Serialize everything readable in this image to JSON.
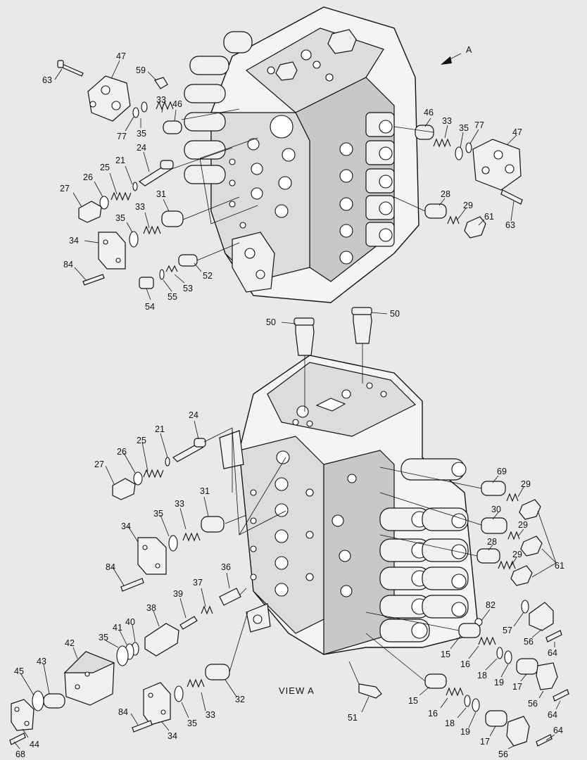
{
  "view_label": "VIEW A",
  "arrow_label": "A",
  "callouts": {
    "top": [
      {
        "id": "t63a",
        "text": "63"
      },
      {
        "id": "t47a",
        "text": "47"
      },
      {
        "id": "t59",
        "text": "59"
      },
      {
        "id": "t33a",
        "text": "33"
      },
      {
        "id": "t46a",
        "text": "46"
      },
      {
        "id": "t35a",
        "text": "35"
      },
      {
        "id": "t77a",
        "text": "77"
      },
      {
        "id": "t24a",
        "text": "24"
      },
      {
        "id": "t21a",
        "text": "21"
      },
      {
        "id": "t25a",
        "text": "25"
      },
      {
        "id": "t26a",
        "text": "26"
      },
      {
        "id": "t27a",
        "text": "27"
      },
      {
        "id": "t31a",
        "text": "31"
      },
      {
        "id": "t33b",
        "text": "33"
      },
      {
        "id": "t35b",
        "text": "35"
      },
      {
        "id": "t34a",
        "text": "34"
      },
      {
        "id": "t84a",
        "text": "84"
      },
      {
        "id": "t54",
        "text": "54"
      },
      {
        "id": "t55",
        "text": "55"
      },
      {
        "id": "t53",
        "text": "53"
      },
      {
        "id": "t52",
        "text": "52"
      },
      {
        "id": "t46b",
        "text": "46"
      },
      {
        "id": "t33c",
        "text": "33"
      },
      {
        "id": "t35c",
        "text": "35"
      },
      {
        "id": "t77b",
        "text": "77"
      },
      {
        "id": "t47b",
        "text": "47"
      },
      {
        "id": "t28a",
        "text": "28"
      },
      {
        "id": "t29a",
        "text": "29"
      },
      {
        "id": "t61a",
        "text": "61"
      },
      {
        "id": "t63b",
        "text": "63"
      }
    ],
    "bottom": [
      {
        "id": "b50a",
        "text": "50"
      },
      {
        "id": "b50b",
        "text": "50"
      },
      {
        "id": "b24",
        "text": "24"
      },
      {
        "id": "b21",
        "text": "21"
      },
      {
        "id": "b26",
        "text": "26"
      },
      {
        "id": "b25",
        "text": "25"
      },
      {
        "id": "b27",
        "text": "27"
      },
      {
        "id": "b31",
        "text": "31"
      },
      {
        "id": "b33a",
        "text": "33"
      },
      {
        "id": "b35a",
        "text": "35"
      },
      {
        "id": "b34a",
        "text": "34"
      },
      {
        "id": "b84a",
        "text": "84"
      },
      {
        "id": "b36",
        "text": "36"
      },
      {
        "id": "b37",
        "text": "37"
      },
      {
        "id": "b39",
        "text": "39"
      },
      {
        "id": "b38",
        "text": "38"
      },
      {
        "id": "b40",
        "text": "40"
      },
      {
        "id": "b41",
        "text": "41"
      },
      {
        "id": "b35b",
        "text": "35"
      },
      {
        "id": "b42",
        "text": "42"
      },
      {
        "id": "b43",
        "text": "43"
      },
      {
        "id": "b45",
        "text": "45"
      },
      {
        "id": "b44",
        "text": "44"
      },
      {
        "id": "b68",
        "text": "68"
      },
      {
        "id": "b84b",
        "text": "84"
      },
      {
        "id": "b34b",
        "text": "34"
      },
      {
        "id": "b35c",
        "text": "35"
      },
      {
        "id": "b33b",
        "text": "33"
      },
      {
        "id": "b32",
        "text": "32"
      },
      {
        "id": "b51",
        "text": "51"
      },
      {
        "id": "b69",
        "text": "69"
      },
      {
        "id": "b29a",
        "text": "29"
      },
      {
        "id": "b30",
        "text": "30"
      },
      {
        "id": "b29b",
        "text": "29"
      },
      {
        "id": "b28",
        "text": "28"
      },
      {
        "id": "b29c",
        "text": "29"
      },
      {
        "id": "b61",
        "text": "61"
      },
      {
        "id": "b82",
        "text": "82"
      },
      {
        "id": "b57",
        "text": "57"
      },
      {
        "id": "b56a",
        "text": "56"
      },
      {
        "id": "b64a",
        "text": "64"
      },
      {
        "id": "b15a",
        "text": "15"
      },
      {
        "id": "b16a",
        "text": "16"
      },
      {
        "id": "b18a",
        "text": "18"
      },
      {
        "id": "b19a",
        "text": "19"
      },
      {
        "id": "b17a",
        "text": "17"
      },
      {
        "id": "b56b",
        "text": "56"
      },
      {
        "id": "b64b",
        "text": "64"
      },
      {
        "id": "b15b",
        "text": "15"
      },
      {
        "id": "b16b",
        "text": "16"
      },
      {
        "id": "b18b",
        "text": "18"
      },
      {
        "id": "b19b",
        "text": "19"
      },
      {
        "id": "b17b",
        "text": "17"
      },
      {
        "id": "b56c",
        "text": "56"
      },
      {
        "id": "b64c",
        "text": "64"
      }
    ]
  }
}
